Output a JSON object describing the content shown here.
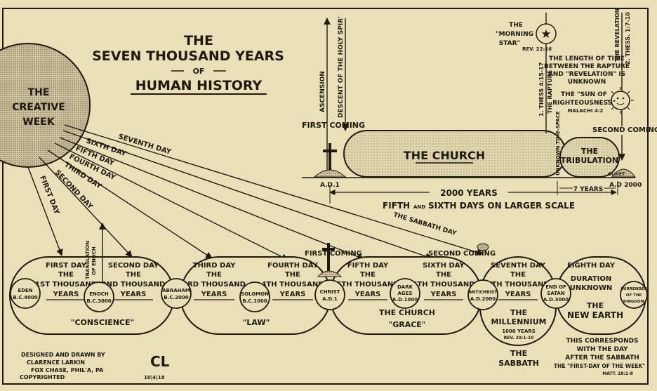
{
  "title": {
    "line1": "THE",
    "line2": "SEVEN THOUSAND YEARS",
    "line3": "OF",
    "line4": "HUMAN HISTORY"
  },
  "creative_week": {
    "line1": "THE",
    "line2": "CREATIVE",
    "line3": "WEEK"
  },
  "rays": {
    "seventh": "SEVENTH DAY",
    "sixth": "SIXTH DAY",
    "fifth": "FIFTH DAY",
    "fourth": "FOURTH DAY",
    "third": "THIRD DAY",
    "second": "SECOND DAY",
    "first": "FIRST DAY",
    "sabbath": "THE SABBATH DAY"
  },
  "upper": {
    "ascension": "ASCENSION",
    "descent": "DESCENT OF THE HOLY SPIR'",
    "first_coming": "FIRST COMING",
    "church": "THE CHURCH",
    "ad1": "A.D.1",
    "thess": "1. THESS 4:15-17",
    "rapture": "THE RAPTURE",
    "unknown_space": "UNKNOWN TIME-SPACE",
    "morning_star_1": "THE",
    "morning_star_2": "\"MORNING",
    "morning_star_3": "STAR\"",
    "morning_star_ref": "REV. 22:16",
    "length_1": "THE LENGTH OF TIME",
    "length_2": "BETWEEN THE RAPTURE",
    "length_3": "AND \"REVELATION\" IS",
    "length_4": "UNKNOWN",
    "revelation": "THE REVELATION",
    "revelation_ref": "2. THESS. 1:7-10",
    "sun_1": "THE \"SUN OF",
    "sun_2": "RIGHTEOUSNESS\"",
    "sun_ref": "MALACHI 4:2",
    "second_coming": "SECOND COMING",
    "tribulation_1": "THE",
    "tribulation_2": "TRIBULATION",
    "olivet": "OLIVET",
    "ad2000": "A.D 2000",
    "years2000": "2000 YEARS",
    "years7": "7 YEARS",
    "fifth_sixth_a": "FIFTH",
    "fifth_sixth_and": "AND",
    "fifth_sixth_b": "SIXTH DAYS ON LARGER SCALE"
  },
  "days": {
    "first": {
      "l1": "FIRST DAY",
      "l2": "THE",
      "l3": "1ST THOUSAND",
      "l4": "YEARS"
    },
    "second": {
      "l1": "SECOND DAY",
      "l2": "THE",
      "l3": "2ND THOUSAND",
      "l4": "YEARS"
    },
    "third": {
      "l1": "THIRD DAY",
      "l2": "THE",
      "l3": "3RD THOUSAND",
      "l4": "YEARS"
    },
    "fourth": {
      "l1": "FOURTH DAY",
      "l2": "THE",
      "l3": "4TH THOUSAND",
      "l4": "YEARS"
    },
    "fifth": {
      "l1": "FIFTH DAY",
      "l2": "THE",
      "l3": "5TH THOUSAND",
      "l4": "YEARS"
    },
    "sixth": {
      "l1": "SIXTH DAY",
      "l2": "THE",
      "l3": "6TH THOUSAND",
      "l4": "YEARS"
    },
    "seventh": {
      "l1": "SEVENTH DAY",
      "l2": "THE",
      "l3": "7TH THOUSAND",
      "l4": "YEARS"
    },
    "eighth": {
      "l1": "EIGHTH DAY",
      "l2": "DURATION",
      "l3": "UNKNOWN"
    }
  },
  "nodes": {
    "eden": {
      "name": "EDEN",
      "date": "B.C.4000"
    },
    "enoch": {
      "name": "ENOCH",
      "date": "B.C.3000"
    },
    "abraham": {
      "name": "ABRAHAM",
      "date": "B.C.2000"
    },
    "solomon": {
      "name": "SOLOMON",
      "date": "B.C.1000"
    },
    "christ": {
      "name": "CHRIST",
      "date": "A.D.1"
    },
    "dark_ages": {
      "name1": "DARK",
      "name2": "AGES",
      "date": "A.D.1000"
    },
    "antichrist": {
      "name": "ANTICHRIST",
      "date": "A.D.2000"
    },
    "end_satan": {
      "name1": "END OF",
      "name2": "SATAN",
      "date": "A.D.3000"
    },
    "surrender": {
      "name1": "SURRENDER",
      "name2": "OF THE",
      "name3": "KINGDOM"
    }
  },
  "lower": {
    "translation_1": "TRANSLATION",
    "translation_2": "OF ENOCH",
    "first_coming": "FIRST COMING",
    "second_coming": "SECOND COMING",
    "conscience": "\"CONSCIENCE\"",
    "law": "\"LAW\"",
    "church": "THE CHURCH",
    "grace": "\"GRACE\"",
    "millennium": "THE",
    "millennium_2": "MILLENNIUM",
    "millennium_3": "1000 YEARS",
    "millennium_ref": "REV. 20:1-10",
    "sabbath_1": "THE",
    "sabbath_2": "SABBATH",
    "new_earth_1": "THE",
    "new_earth_2": "NEW EARTH",
    "corr_1": "THIS CORRESPONDS",
    "corr_2": "WITH THE DAY",
    "corr_3": "AFTER THE SABBATH",
    "corr_4": "THE \"FIRST-DAY OF THE WEEK\"",
    "corr_ref": "MATT. 28:1-8"
  },
  "credits": {
    "line1": "DESIGNED AND DRAWN BY",
    "line2": "CLARENCE LARKIN",
    "line3": "FOX CHASE, PHIL'A, PA",
    "line4": "COPYRIGHTED",
    "monogram": "CL",
    "date": "10|4|18"
  },
  "colors": {
    "paper": "#e9e0b8",
    "ink": "#1e1a12",
    "stipple": "#b9ad86"
  }
}
